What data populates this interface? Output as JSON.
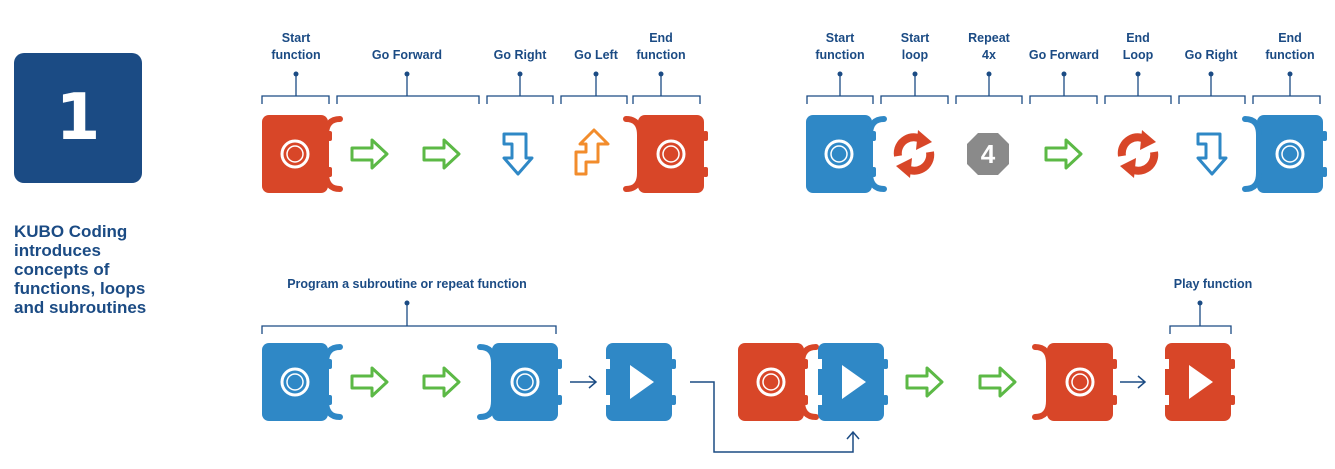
{
  "step_number": "1",
  "intro_lines": [
    "KUBO Coding",
    "introduces",
    "concepts of",
    "functions, loops",
    "and subroutines"
  ],
  "colors": {
    "navy": "#1b4b84",
    "red": "#d84628",
    "blue": "#2f88c6",
    "green": "#5cb946",
    "orange": "#f28c2c",
    "gray": "#8a8a8a"
  },
  "top_left_labels": [
    [
      "Start",
      "function"
    ],
    [
      "Go Forward"
    ],
    [
      "Go Right"
    ],
    [
      "Go Left"
    ],
    [
      "End",
      "function"
    ]
  ],
  "top_right_labels": [
    [
      "Start",
      "function"
    ],
    [
      "Start",
      "loop"
    ],
    [
      "Repeat",
      "4x"
    ],
    [
      "Go Forward"
    ],
    [
      "End",
      "Loop"
    ],
    [
      "Go Right"
    ],
    [
      "End",
      "function"
    ]
  ],
  "bottom_labels": {
    "subroutine": "Program a subroutine or repeat function",
    "play": "Play function"
  },
  "repeat_count": "4",
  "tiles": {
    "top_left": [
      "function-start-red",
      "forward",
      "forward",
      "right",
      "left",
      "function-end-red"
    ],
    "top_right": [
      "function-start-blue",
      "loop-start",
      "repeat-4",
      "forward",
      "loop-end",
      "right",
      "function-end-blue"
    ],
    "bottom": [
      "function-start-blue",
      "forward",
      "forward",
      "function-end-blue",
      "play-blue",
      "function-start-red",
      "play-blue",
      "forward",
      "forward",
      "function-end-red",
      "play-red"
    ]
  }
}
